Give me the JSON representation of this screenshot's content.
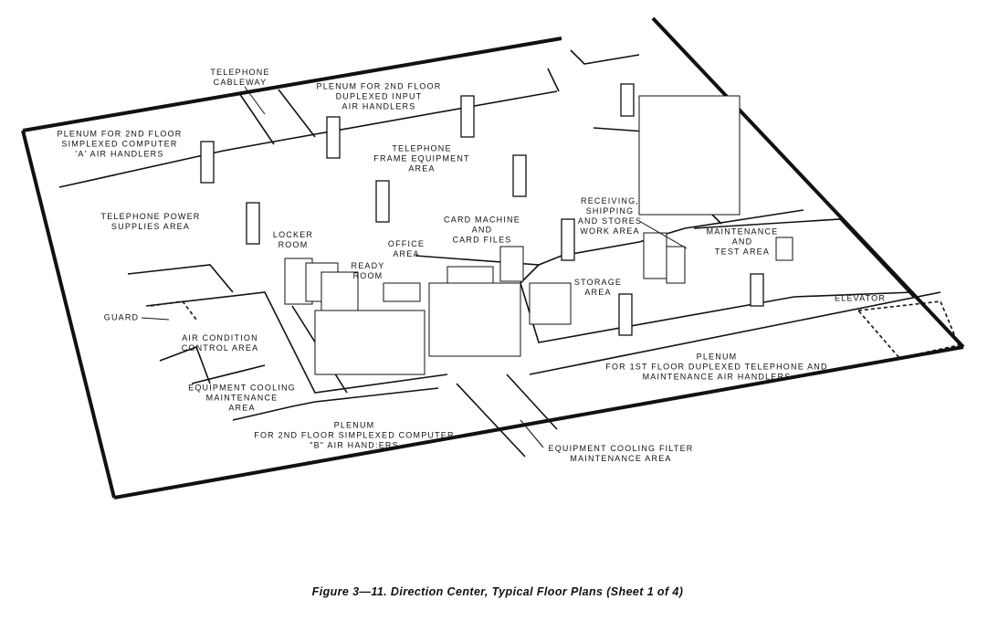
{
  "figure": {
    "caption": "Figure 3—11. Direction Center, Typical Floor Plans (Sheet 1 of 4)",
    "labels": {
      "telephone_cableway": "TELEPHONE\nCABLEWAY",
      "plenum_duplexed_input": "PLENUM FOR 2ND FLOOR\nDUPLEXED INPUT\nAIR HANDLERS",
      "plenum_simplexed_a": "PLENUM FOR 2ND FLOOR\nSIMPLEXED COMPUTER\n'A' AIR HANDLERS",
      "telephone_frame": "TELEPHONE\nFRAME EQUIPMENT\nAREA",
      "telephone_power": "TELEPHONE POWER\nSUPPLIES AREA",
      "locker_room": "LOCKER\nROOM",
      "ready_room": "READY\nROOM",
      "office_area": "OFFICE\nAREA",
      "card_machine": "CARD MACHINE\nAND\nCARD FILES",
      "receiving": "RECEIVING,\nSHIPPING\nAND STORES\nWORK AREA",
      "maintenance_test": "MAINTENANCE\nAND\nTEST AREA",
      "storage": "STORAGE\nAREA",
      "elevator": "ELEVATOR",
      "guard": "GUARD",
      "air_condition": "AIR CONDITION\nCONTROL AREA",
      "equipment_cooling_maint": "EQUIPMENT COOLING\nMAINTENANCE\nAREA",
      "plenum_1st_floor": "PLENUM\nFOR 1ST FLOOR DUPLEXED TELEPHONE AND\nMAINTENANCE AIR HANDLERS",
      "plenum_simplexed_b": "PLENUM\nFOR 2ND FLOOR SIMPLEXED COMPUTER\n\"B\" AIR HAND:ERS",
      "cooling_filter": "EQUIPMENT COOLING FILTER\nMAINTENANCE AREA"
    }
  }
}
